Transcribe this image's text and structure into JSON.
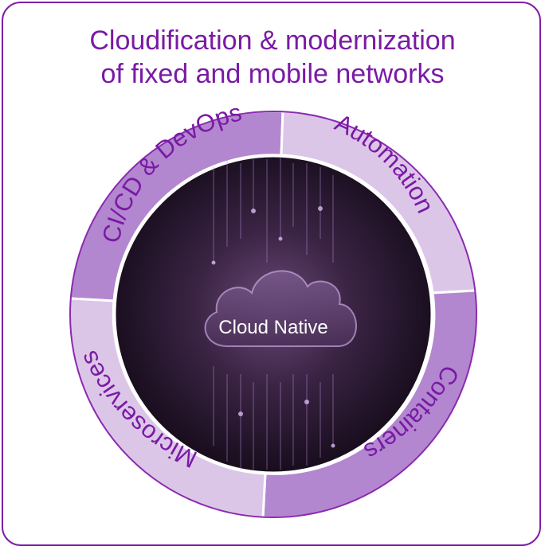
{
  "title": {
    "line1": "Cloudification & modernization",
    "line2": "of fixed and mobile networks"
  },
  "center": {
    "label": "Cloud Native"
  },
  "segments": [
    {
      "label": "CI/CD & DevOps",
      "color": "#b387cf"
    },
    {
      "label": "Automation",
      "color": "#dcc6e8"
    },
    {
      "label": "Containers",
      "color": "#b387cf"
    },
    {
      "label": "Microservices",
      "color": "#dcc6e8"
    }
  ],
  "colors": {
    "accent": "#7a1aa5",
    "border": "#7f1fa3",
    "ring_dark": "#b387cf",
    "ring_light": "#dcc6e8",
    "core": "#1d1022"
  }
}
